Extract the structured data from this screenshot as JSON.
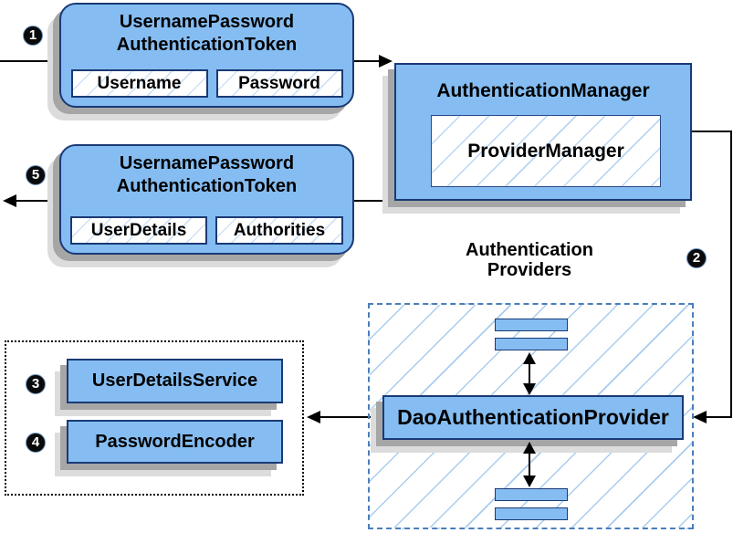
{
  "request_token": {
    "title_line1": "UsernamePassword",
    "title_line2": "AuthenticationToken",
    "fields": [
      "Username",
      "Password"
    ]
  },
  "auth_manager": {
    "label": "AuthenticationManager",
    "inner_label": "ProviderManager"
  },
  "response_token": {
    "title_line1": "UsernamePassword",
    "title_line2": "AuthenticationToken",
    "fields": [
      "UserDetails",
      "Authorities"
    ]
  },
  "providers_group": {
    "label_line1": "Authentication",
    "label_line2": "Providers",
    "provider_label": "DaoAuthenticationProvider"
  },
  "dependencies": {
    "items": [
      "UserDetailsService",
      "PasswordEncoder"
    ]
  },
  "badges": {
    "step1": "1",
    "step2": "2",
    "step3": "3",
    "step4": "4",
    "step5": "5"
  },
  "colors": {
    "box_fill": "#85BDF2",
    "box_border": "#1A3A75",
    "hatch_line": "#A9CCEE",
    "dashed_frame": "#4A7EBB",
    "dotted_frame": "#000000",
    "shadow_dark": "#A6A6A6",
    "shadow_light": "#DCDCDC",
    "connector": "#000000"
  }
}
